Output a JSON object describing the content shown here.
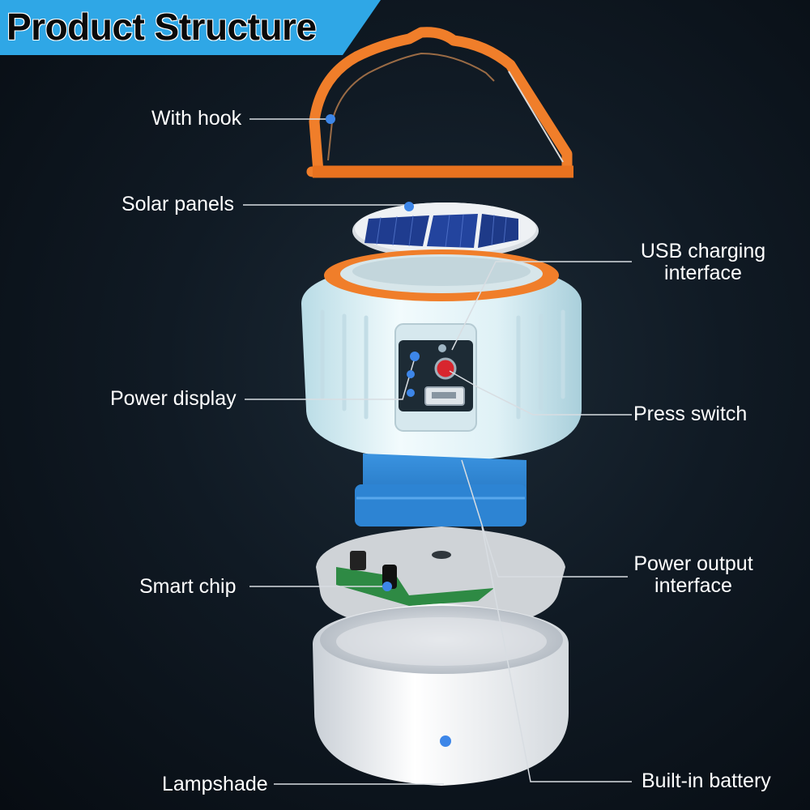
{
  "title": "Product Structure",
  "labels": {
    "hook": "With hook",
    "solar": "Solar panels",
    "usb_line1": "USB charging",
    "usb_line2": "interface",
    "power_display": "Power display",
    "press_switch": "Press switch",
    "output_line1": "Power output",
    "output_line2": "interface",
    "smart_chip": "Smart chip",
    "lampshade": "Lampshade",
    "battery": "Built-in battery"
  },
  "colors": {
    "banner": "#2fa7e6",
    "handle": "#f07e2a",
    "marker": "#3d86e8",
    "body": "#e6f3f8",
    "battery": "#2f86d4"
  }
}
